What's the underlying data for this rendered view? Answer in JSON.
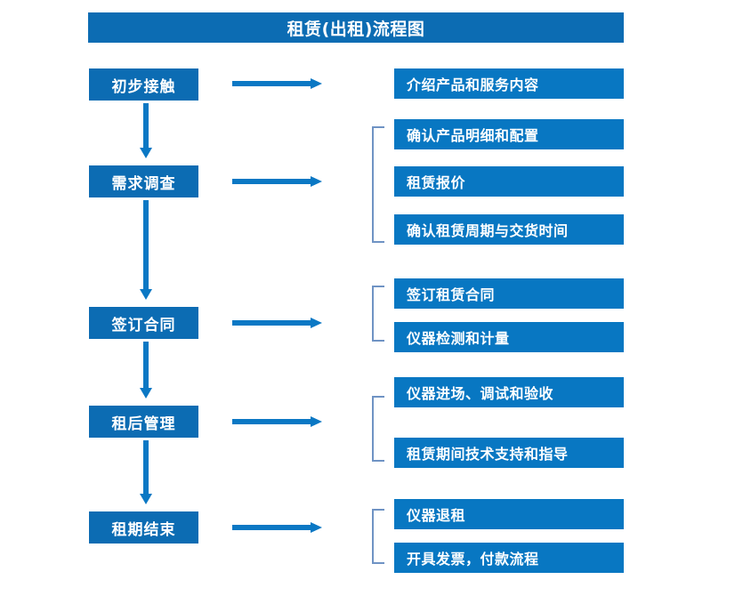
{
  "title": "租赁(出租)流程图",
  "colors": {
    "box_blue": "#0c6cb3",
    "detail_blue": "#0877c2",
    "arrow_blue": "#0b78c4",
    "bracket_gray_blue": "#6f93c4",
    "text_white": "#ffffff",
    "background": "#ffffff"
  },
  "stages": [
    {
      "label": "初步接触"
    },
    {
      "label": "需求调查"
    },
    {
      "label": "签订合同"
    },
    {
      "label": "租后管理"
    },
    {
      "label": "租期结束"
    }
  ],
  "groups": [
    {
      "stage": "初步接触",
      "bracket": false,
      "items": [
        {
          "label": "介绍产品和服务内容"
        }
      ]
    },
    {
      "stage": "需求调查",
      "bracket": true,
      "items": [
        {
          "label": "确认产品明细和配置"
        },
        {
          "label": "租赁报价"
        },
        {
          "label": "确认租赁周期与交货时间"
        }
      ]
    },
    {
      "stage": "签订合同",
      "bracket": true,
      "items": [
        {
          "label": "签订租赁合同"
        },
        {
          "label": "仪器检测和计量"
        }
      ]
    },
    {
      "stage": "租后管理",
      "bracket": true,
      "items": [
        {
          "label": "仪器进场、调试和验收"
        },
        {
          "label": "租赁期间技术支持和指导"
        }
      ]
    },
    {
      "stage": "租期结束",
      "bracket": true,
      "items": [
        {
          "label": "仪器退租"
        },
        {
          "label": "开具发票，付款流程"
        }
      ]
    }
  ],
  "connectors": {
    "vertical_arrow_count": 4,
    "horizontal_arrow_count": 5,
    "direction_vertical": "down",
    "direction_horizontal": "right"
  }
}
